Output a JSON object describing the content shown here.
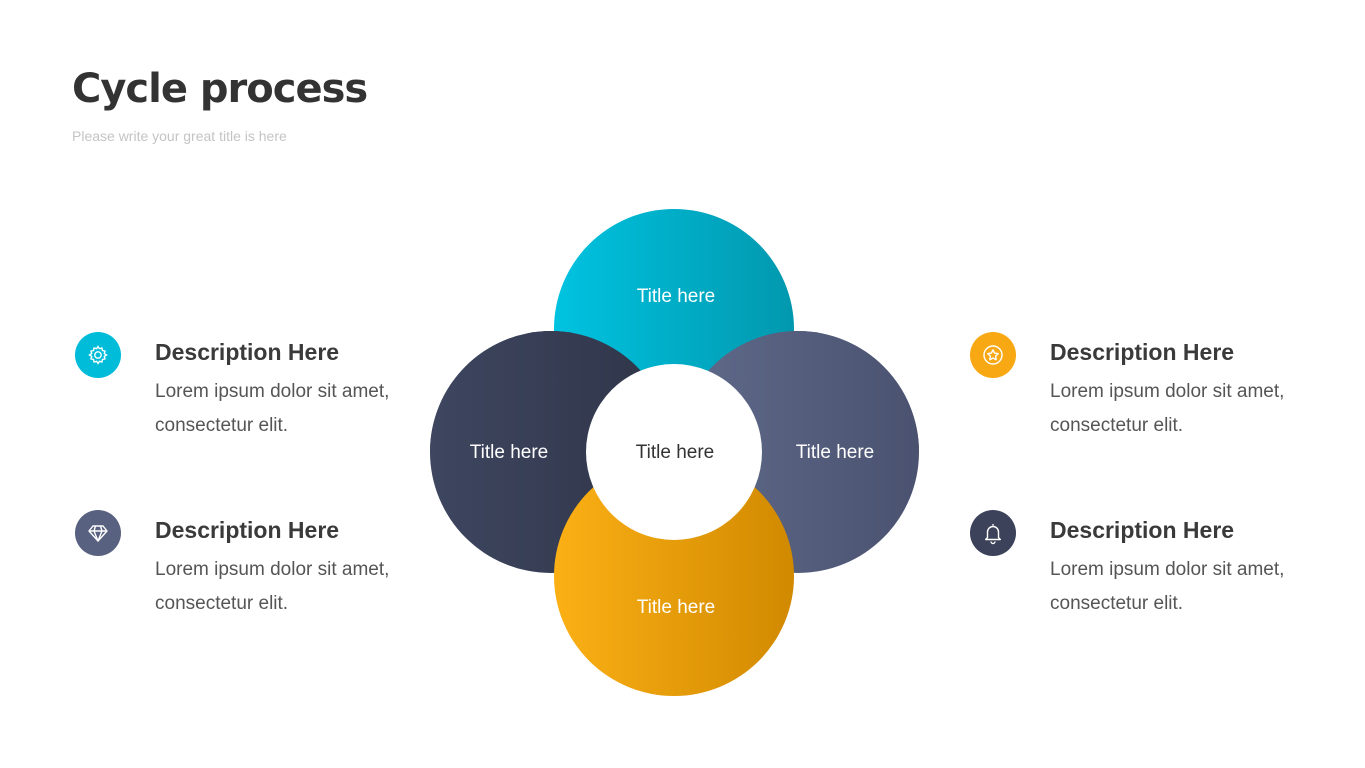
{
  "header": {
    "title": "Cycle process",
    "subtitle": "Please write your great title is here"
  },
  "cycle": {
    "top": "Title here",
    "left": "Title here",
    "center": "Title here",
    "right": "Title here",
    "bottom": "Title here"
  },
  "colors": {
    "teal": "#00BCD8",
    "dark_navy": "#3B4259",
    "slate": "#596180",
    "orange": "#F7A813",
    "text_dark": "#333333"
  },
  "descriptions": [
    {
      "title": "Description Here",
      "body": "Lorem ipsum dolor sit amet, consectetur elit.",
      "icon": "gear-icon"
    },
    {
      "title": "Description Here",
      "body": "Lorem ipsum dolor sit amet, consectetur elit.",
      "icon": "diamond-icon"
    },
    {
      "title": "Description Here",
      "body": "Lorem ipsum dolor sit amet, consectetur elit.",
      "icon": "star-icon"
    },
    {
      "title": "Description Here",
      "body": "Lorem ipsum dolor sit amet, consectetur elit.",
      "icon": "bell-icon"
    }
  ]
}
